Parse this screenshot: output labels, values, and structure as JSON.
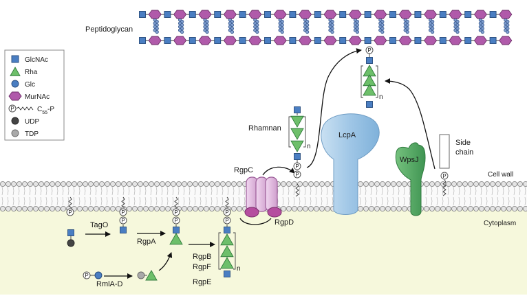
{
  "labels": {
    "peptidoglycan": "Peptidoglycan",
    "rhamnan": "Rhamnan",
    "n": "n",
    "lcpa": "LcpA",
    "wpsj": "WpsJ",
    "side_chain_1": "Side",
    "side_chain_2": "chain",
    "cell_wall": "Cell wall",
    "cytoplasm": "Cytoplasm",
    "rgpc": "RgpC",
    "rgpd": "RgpD",
    "tago": "TagO",
    "rgpa": "RgpA",
    "rgpb": "RgpB",
    "rgpf": "RgpF",
    "rgpe": "RgpE",
    "rmla_d": "RmlA-D",
    "p": "P"
  },
  "legend": {
    "items": [
      {
        "name": "GlcNAc",
        "text": "GlcNAc"
      },
      {
        "name": "Rha",
        "text": "Rha"
      },
      {
        "name": "Glc",
        "text": "Glc"
      },
      {
        "name": "MurNAc",
        "text": "MurNAc"
      },
      {
        "name": "C55-P",
        "text": "C",
        "sub": "55",
        "suffix": "-P"
      },
      {
        "name": "UDP",
        "text": "UDP"
      },
      {
        "name": "TDP",
        "text": "TDP"
      }
    ]
  },
  "colors": {
    "glcnac": "#4a7ec2",
    "rha": "#6dbf6a",
    "glc": "#4a7ec2",
    "murnac": "#b05aaa",
    "udp": "#444444",
    "tdp": "#a9a9a9",
    "lcpa": "#a8cce8",
    "wpsj": "#4ea460",
    "rgp_channel": "#e1b6df",
    "cytoplasm": "#f6f8dc"
  }
}
